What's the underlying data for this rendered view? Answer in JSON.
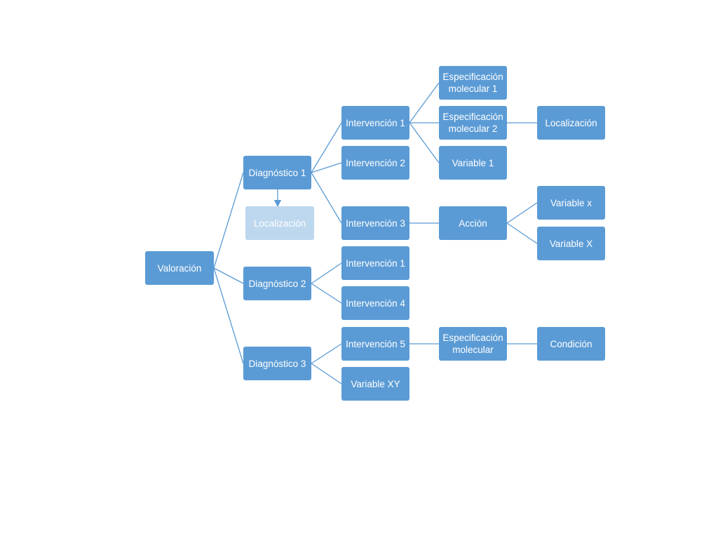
{
  "colors": {
    "node": "#5b9bd5",
    "node_light": "#bdd7ee",
    "connector": "#5b9bd5"
  },
  "nodes": {
    "valoracion": "Valoración",
    "diagnostico1": "Diagnóstico 1",
    "localizacion_light": "Localización",
    "diagnostico2": "Diagnóstico 2",
    "diagnostico3": "Diagnóstico 3",
    "d1_intervencion1": "Intervención 1",
    "d1_intervencion2": "Intervención 2",
    "d1_intervencion3": "Intervención 3",
    "d2_intervencion1": "Intervención 1",
    "d2_intervencion4": "Intervención 4",
    "d3_intervencion5": "Intervención 5",
    "d3_variable_xy": "Variable XY",
    "especificacion_molecular1": "Especificación\nmolecular 1",
    "especificacion_molecular2": "Especificación\nmolecular 2",
    "variable1": "Variable 1",
    "accion": "Acción",
    "especificacion_molecular": "Especificación\nmolecular",
    "localizacion": "Localización",
    "variable_x_lower": "Variable x",
    "variable_x_upper": "Variable X",
    "condicion": "Condición"
  }
}
